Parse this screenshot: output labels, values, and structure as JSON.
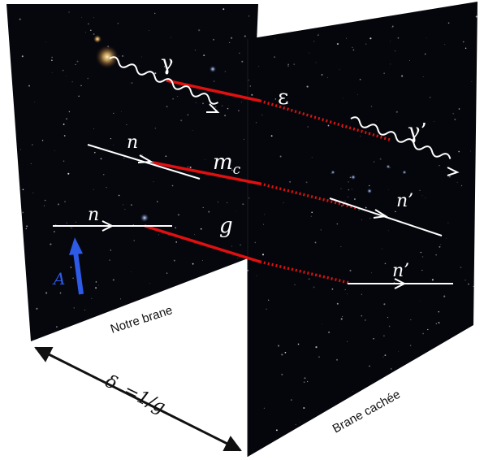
{
  "labels": {
    "gamma": "γ",
    "gamma_prime": "γ’",
    "epsilon": "ε",
    "n_top": "n",
    "n_mid": "n",
    "m": "m",
    "m_sub": "c",
    "g": "g",
    "n_prime_top": "n’",
    "n_prime_bottom": "n’",
    "A": "A",
    "delta": "δ",
    "delta_eq": "=1/g",
    "notre_brane": "Notre brane",
    "brane_cachee": "Brane cachée"
  },
  "colors": {
    "panel": "#05060c",
    "white_line": "#ffffff",
    "red_line": "#e01010",
    "arrow_blue": "#2d5be8",
    "text_black": "#111111"
  }
}
